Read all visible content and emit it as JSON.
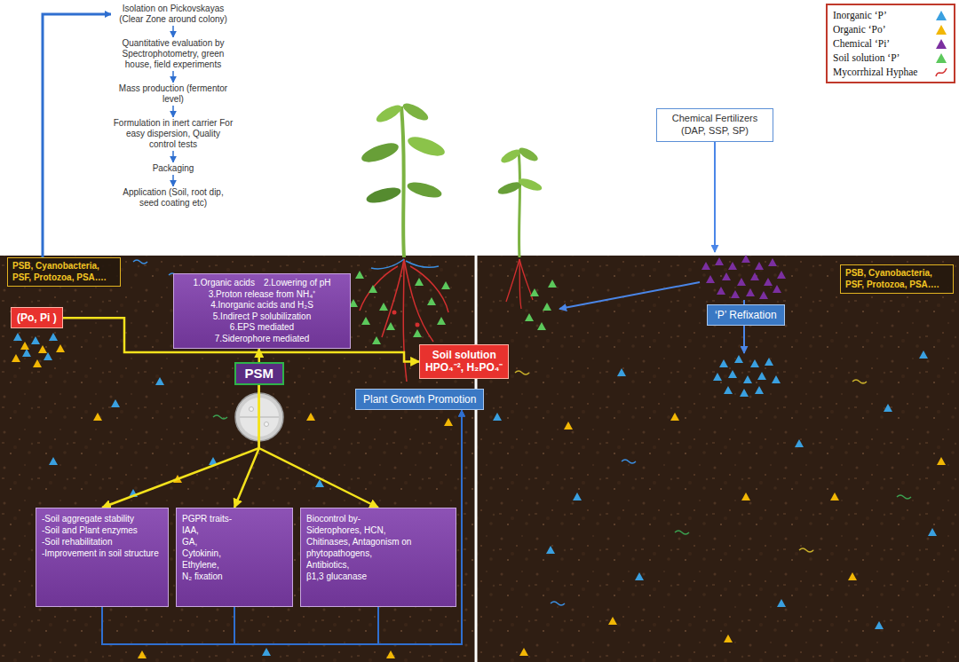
{
  "diagram": {
    "nodes": [
      {
        "text": [
          "Isolation on Pickovskayas (Clear Zone around colony)"
        ]
      },
      {
        "text": [
          "Quantitative evaluation by Spectrophotometry, green house, field experiments"
        ]
      },
      {
        "text": [
          "Mass production (fermentor level)"
        ]
      },
      {
        "text": [
          "Formulation in inert carrier For easy dispersion, Quality control tests"
        ]
      },
      {
        "text": [
          "Packaging"
        ]
      },
      {
        "text": [
          "Application (Soil, root dip, seed coating etc)"
        ]
      },
      {
        "text": [
          "Chemical Fertilizers (DAP, SSP, SP)"
        ]
      },
      {
        "text": [
          "PSB, Cyanobacteria, PSF, Protozoa, PSA…."
        ]
      },
      {
        "text": [
          "PSB, Cyanobacteria, PSF, Protozoa, PSA…."
        ]
      },
      {
        "text": [
          "(Po, Pi )"
        ]
      },
      {
        "text": [
          "1.Organic acids",
          "2.Lowering of pH",
          "3.Proton release from NH₄⁺",
          "4.Inorganic acids and H₂S",
          "5.Indirect P solubilization",
          "6.EPS mediated",
          "7.Siderophore mediated"
        ]
      },
      {
        "text": [
          "Soil solution",
          "HPO₄⁻², H₂PO₄⁻"
        ]
      },
      {
        "text": [
          "‘P’ Refixation"
        ]
      },
      {
        "text": [
          "PSM"
        ]
      },
      {
        "text": [
          "Plant Growth Promotion"
        ]
      },
      {
        "text": [
          "-Soil aggregate stability",
          "-Soil and Plant enzymes",
          "-Soil rehabilitation",
          "-Improvement in soil structure"
        ]
      },
      {
        "text": [
          "PGPR traits-",
          "IAA,",
          "GA,",
          "Cytokinin,",
          "Ethylene,",
          "N₂ fixation"
        ]
      },
      {
        "text": [
          "Biocontrol by-",
          "Siderophores, HCN,",
          "Chitinases, Antagonism on phytopathogens,",
          "Antibiotics,",
          "β1,3 glucanase"
        ]
      }
    ],
    "edges": [
      {
        "from": 0,
        "to": 1,
        "arrow": "to"
      },
      {
        "from": 1,
        "to": 2,
        "arrow": "to"
      },
      {
        "from": 2,
        "to": 3,
        "arrow": "to"
      },
      {
        "from": 3,
        "to": 4,
        "arrow": "to"
      },
      {
        "from": 4,
        "to": 5,
        "arrow": "to"
      },
      {
        "from": 7,
        "to": 0,
        "arrow": "to"
      },
      {
        "from": 9,
        "to": 11,
        "arrow": "to"
      },
      {
        "from": 13,
        "to": 10,
        "arrow": "to"
      },
      {
        "from": 13,
        "to": 15,
        "arrow": "to"
      },
      {
        "from": 13,
        "to": 16,
        "arrow": "to"
      },
      {
        "from": 13,
        "to": 17,
        "arrow": "to"
      },
      {
        "from": 15,
        "to": 14,
        "arrow": "to"
      },
      {
        "from": 16,
        "to": 14,
        "arrow": "to"
      },
      {
        "from": 17,
        "to": 14,
        "arrow": "to"
      }
    ],
    "legend": [
      {
        "text": "Inorganic ‘P’",
        "color": "#3aa0e0"
      },
      {
        "text": "Organic ‘Po’",
        "color": "#f2b705"
      },
      {
        "text": "Chemical ‘Pi’",
        "color": "#7b2fa0"
      },
      {
        "text": "Soil solution ‘P’",
        "color": "#5cc85c"
      },
      {
        "text": "Mycorrhizal Hyphae"
      }
    ]
  }
}
